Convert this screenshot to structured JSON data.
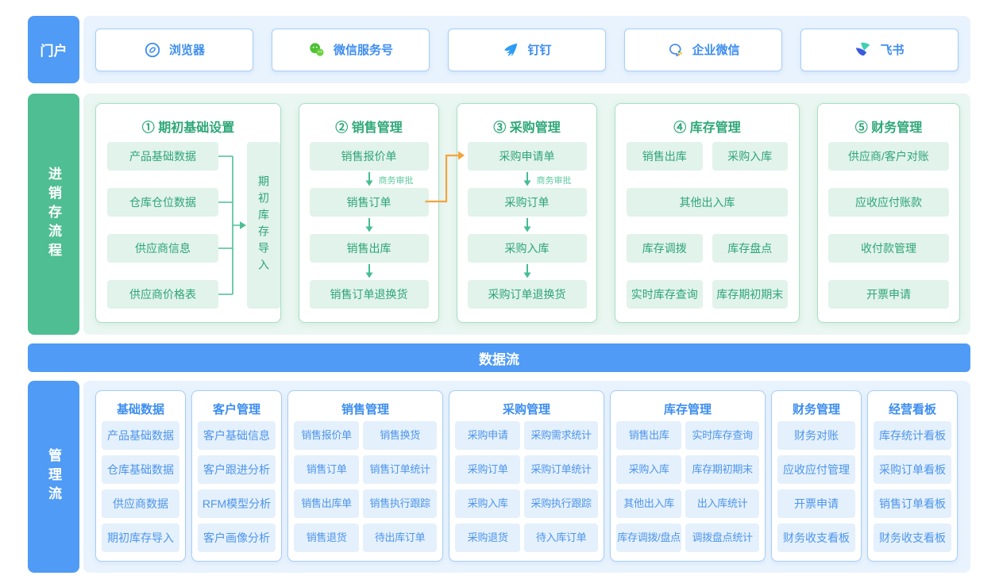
{
  "colors": {
    "accent_blue": "#4F9BF5",
    "accent_green": "#4FBE92",
    "green_chip_bg": "#E1F3EB",
    "green_text": "#2FA578",
    "blue_chip_bg": "#E4F0FC",
    "blue_text": "#4D95EC",
    "arrow_orange": "#F5A43C"
  },
  "portal": {
    "label": "门户",
    "apps": [
      {
        "name": "浏览器",
        "icon": "browser-icon"
      },
      {
        "name": "微信服务号",
        "icon": "wechat-icon"
      },
      {
        "name": "钉钉",
        "icon": "dingtalk-icon"
      },
      {
        "name": "企业微信",
        "icon": "wecom-icon"
      },
      {
        "name": "飞书",
        "icon": "feishu-icon"
      }
    ]
  },
  "flow": {
    "label": "进销存流程",
    "setup": {
      "title": "① 期初基础设置",
      "items": [
        "产品基础数据",
        "仓库仓位数据",
        "供应商信息",
        "供应商价格表"
      ],
      "target": "期初库存导入"
    },
    "sales": {
      "title": "② 销售管理",
      "steps": [
        "销售报价单",
        "销售订单",
        "销售出库",
        "销售订单退换货"
      ],
      "approval": "商务审批"
    },
    "purchase": {
      "title": "③ 采购管理",
      "steps": [
        "采购申请单",
        "采购订单",
        "采购入库",
        "采购订单退换货"
      ],
      "approval": "商务审批"
    },
    "inventory": {
      "title": "④ 库存管理",
      "rows": [
        [
          "销售出库",
          "采购入库"
        ],
        [
          "其他出入库"
        ],
        [
          "库存调拨",
          "库存盘点"
        ],
        [
          "实时库存查询",
          "库存期初期末"
        ]
      ]
    },
    "finance": {
      "title": "⑤ 财务管理",
      "items": [
        "供应商/客户对账",
        "应收应付账款",
        "收付款管理",
        "开票申请"
      ]
    }
  },
  "dataflow": {
    "label": "数据流"
  },
  "management": {
    "label": "管理流",
    "cards": [
      {
        "id": "basic-data",
        "title": "基础数据",
        "cols": 1,
        "items": [
          "产品基础数据",
          "仓库基础数据",
          "供应商数据",
          "期初库存导入"
        ]
      },
      {
        "id": "customer",
        "title": "客户管理",
        "cols": 1,
        "items": [
          "客户基础信息",
          "客户跟进分析",
          "RFM模型分析",
          "客户画像分析"
        ]
      },
      {
        "id": "sales",
        "title": "销售管理",
        "cols": 2,
        "items": [
          "销售报价单",
          "销售换货",
          "销售订单",
          "销售订单统计",
          "销售出库单",
          "销售执行跟踪",
          "销售退货",
          "待出库订单"
        ]
      },
      {
        "id": "purchase",
        "title": "采购管理",
        "cols": 2,
        "items": [
          "采购申请",
          "采购需求统计",
          "采购订单",
          "采购订单统计",
          "采购入库",
          "采购执行跟踪",
          "采购退货",
          "待入库订单"
        ]
      },
      {
        "id": "inventory",
        "title": "库存管理",
        "cols": 2,
        "items": [
          "销售出库",
          "实时库存查询",
          "采购入库",
          "库存期初期末",
          "其他出入库",
          "出入库统计",
          "库存调拨/盘点",
          "调拨盘点统计"
        ]
      },
      {
        "id": "finance",
        "title": "财务管理",
        "cols": 1,
        "items": [
          "财务对账",
          "应收应付管理",
          "开票申请",
          "财务收支看板"
        ]
      },
      {
        "id": "dashboard",
        "title": "经营看板",
        "cols": 1,
        "items": [
          "库存统计看板",
          "采购订单看板",
          "销售订单看板",
          "财务收支看板"
        ]
      }
    ]
  }
}
